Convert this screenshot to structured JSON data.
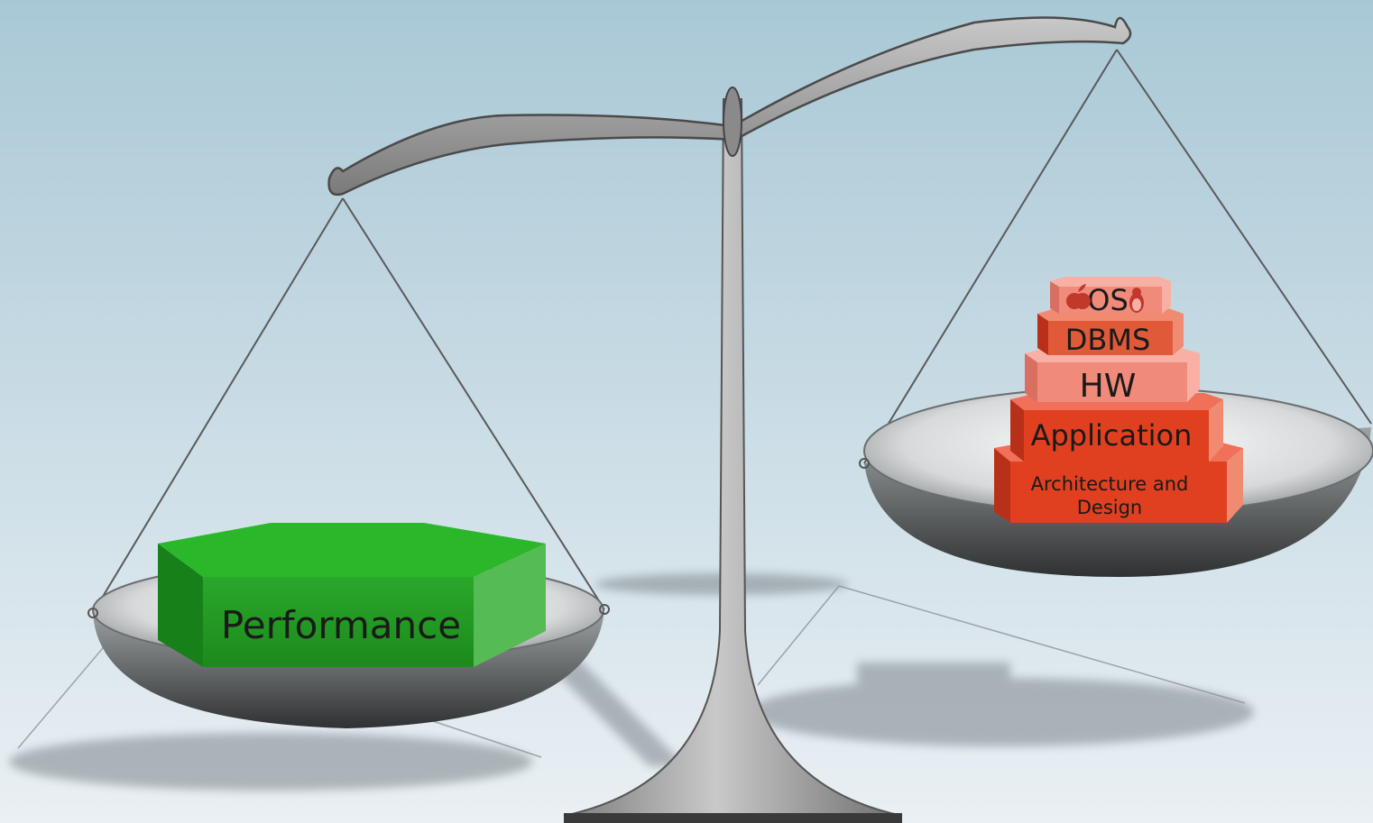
{
  "left_pan": {
    "label": "Performance",
    "color": "#22a022"
  },
  "right_pan": {
    "stack_color": "#e8452a",
    "blocks": {
      "os": "OS",
      "dbms": "DBMS",
      "hw": "HW",
      "application": "Application",
      "architecture_line1": "Architecture and",
      "architecture_line2": "Design"
    },
    "icons": [
      "apple-icon",
      "linux-tux-icon"
    ]
  },
  "palette": {
    "background_top": "#a9c8d6",
    "background_bottom": "#e8eff3",
    "scale_metal": "#9a9a9a",
    "shadow": "#8f979b"
  }
}
